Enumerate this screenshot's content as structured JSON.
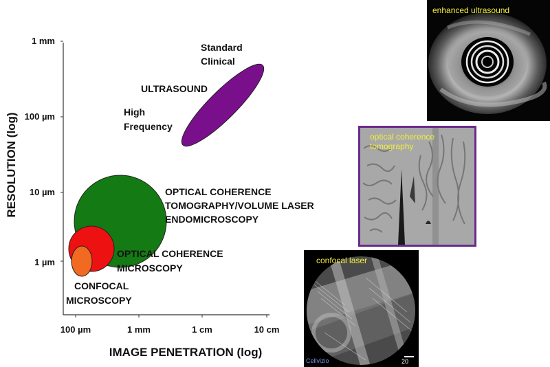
{
  "axes": {
    "y_title": "RESOLUTION (log)",
    "x_title": "IMAGE PENETRATION (log)",
    "y_ticks": [
      "1 mm",
      "100 µm",
      "10 µm",
      "1 µm"
    ],
    "x_ticks": [
      "100 µm",
      "1 mm",
      "1 cm",
      "10 cm"
    ]
  },
  "ultrasound": {
    "label_top": [
      "Standard",
      "Clinical"
    ],
    "label_mid": "ULTRASOUND",
    "label_bottom": [
      "High",
      "Frequency"
    ],
    "color": "#7a0f8c"
  },
  "oct": {
    "label": [
      "OPTICAL COHERENCE",
      "TOMOGRAPHY/VOLUME LASER",
      "ENDOMICROSCOPY"
    ],
    "color": "#147a14"
  },
  "ocm": {
    "label": [
      "OPTICAL COHERENCE",
      "MICROSCOPY"
    ],
    "color": "#ee1111"
  },
  "confocal": {
    "label": [
      "CONFOCAL",
      "MICROSCOPY"
    ],
    "color": "#f26a21"
  },
  "panels": {
    "ultrasound_image": {
      "label": "enhanced ultrasound"
    },
    "oct_image": {
      "label": [
        "optical coherence",
        "tomography"
      ],
      "border_color": "#6a2a8c"
    },
    "confocal_image": {
      "label": "confocal laser",
      "brand": "Cellvizio",
      "scale": "20 µm"
    }
  }
}
